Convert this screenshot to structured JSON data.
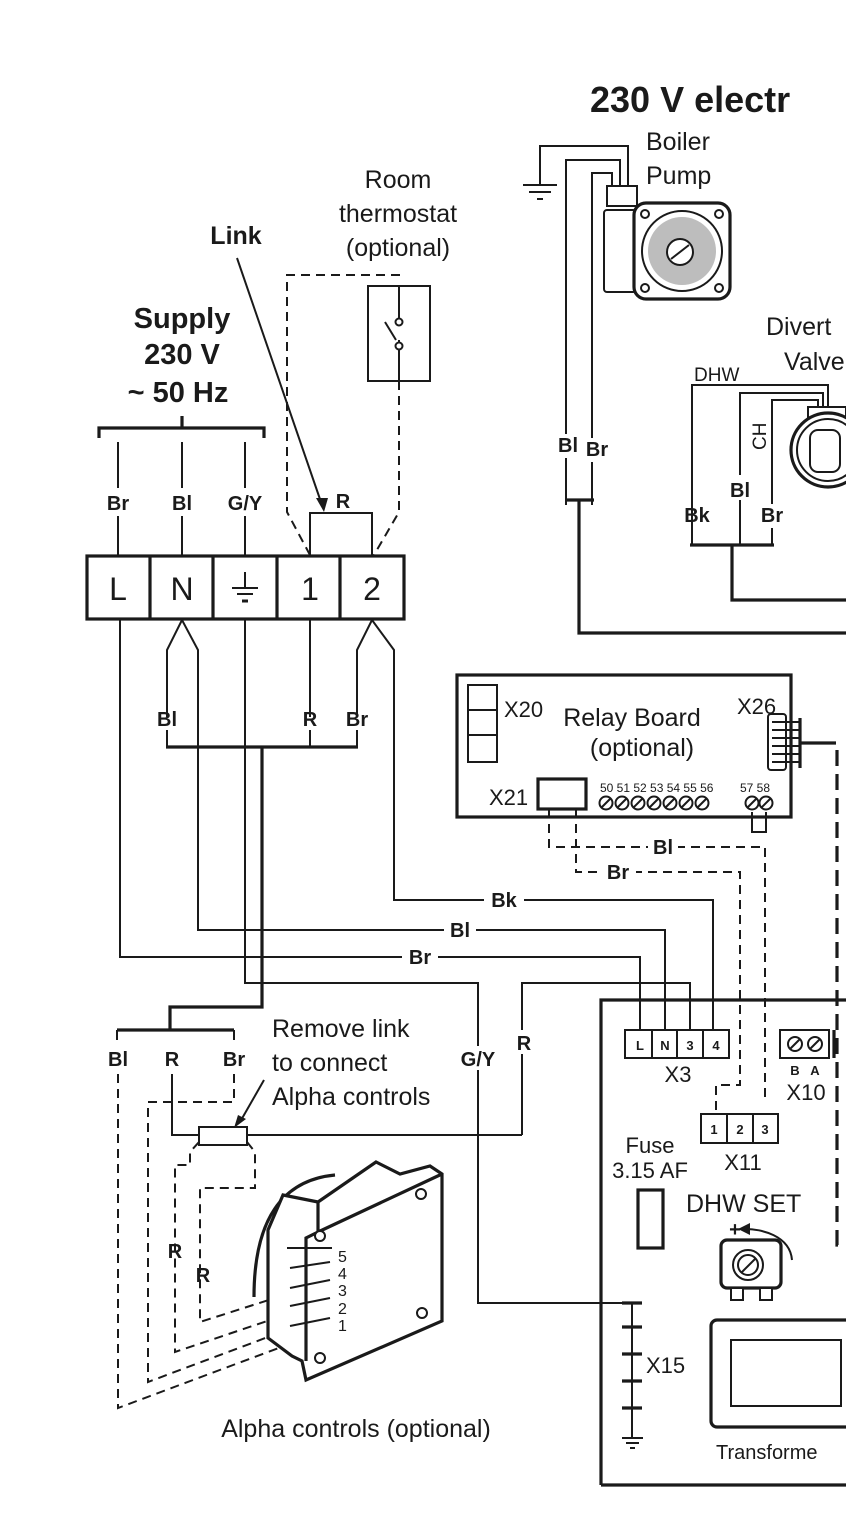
{
  "title": "230 V  electr",
  "supply": {
    "label_lines": [
      "Supply",
      "230 V",
      "~ 50 Hz"
    ],
    "wire_labels": [
      "Br",
      "Bl",
      "G/Y"
    ]
  },
  "link_label": "Link",
  "room_thermostat": {
    "label_lines": [
      "Room",
      "thermostat",
      "(optional)"
    ]
  },
  "terminal_block": {
    "terminals": [
      "L",
      "N",
      "⏚",
      "1",
      "2"
    ],
    "link_wire_label": "R",
    "lower_wire_labels": [
      "Bl",
      "R",
      "Br"
    ]
  },
  "boiler_pump": {
    "label_lines": [
      "Boiler",
      "Pump"
    ],
    "wire_labels": [
      "Bl",
      "Br"
    ]
  },
  "diverter_valve": {
    "label_lines": [
      "Divert",
      "Valve"
    ],
    "port_labels": [
      "DHW",
      "CH"
    ],
    "wire_labels": [
      "Bk",
      "Bl",
      "Br"
    ]
  },
  "relay_board": {
    "label_lines": [
      "Relay Board",
      "(optional)"
    ],
    "connectors": [
      "X20",
      "X26",
      "X21"
    ],
    "terminal_numbers_a": "50 51 52 53 54 55 56",
    "terminal_numbers_b": "57 58",
    "wire_labels": [
      "Bl",
      "Br"
    ]
  },
  "harness_wire_labels": [
    "Bk",
    "Bl",
    "Br"
  ],
  "alpha_link": {
    "wire_labels": [
      "Bl",
      "R",
      "Br",
      "G/Y",
      "R"
    ],
    "note_lines": [
      "Remove link",
      "to connect",
      "Alpha controls"
    ],
    "dashed_wire_labels": [
      "R",
      "R"
    ]
  },
  "alpha_controls": {
    "pin_numbers": [
      "5",
      "4",
      "3",
      "2",
      "1"
    ],
    "caption": "Alpha controls (optional)"
  },
  "main_board": {
    "x3": {
      "name": "X3",
      "pins": [
        "L",
        "N",
        "3",
        "4"
      ]
    },
    "x10": {
      "name": "X10",
      "pins": [
        "B",
        "A"
      ]
    },
    "x11": {
      "name": "X11",
      "pins": [
        "1",
        "2",
        "3"
      ]
    },
    "fuse": {
      "label_lines": [
        "Fuse",
        "3.15 AF"
      ]
    },
    "dhw_set": {
      "label": "DHW SET",
      "plus": "+"
    },
    "x15": {
      "name": "X15"
    },
    "transformer": {
      "label": "Transforme"
    }
  }
}
